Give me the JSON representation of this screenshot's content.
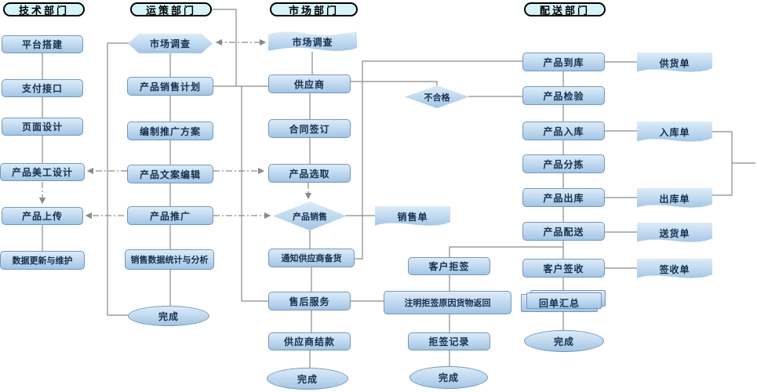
{
  "headers": {
    "tech": "技术部门",
    "ops": "运策部门",
    "market": "市场部门",
    "dist": "配送部门"
  },
  "tech": {
    "platform": "平台搭建",
    "payment": "支付接口",
    "page_design": "页面设计",
    "art_design": "产品美工设计",
    "upload": "产品上传",
    "maintenance": "数据更新与维护"
  },
  "ops": {
    "survey": "市场调查",
    "sales_plan": "产品销售计划",
    "promo_plan": "编制推广方案",
    "copy_edit": "产品文案编辑",
    "promotion": "产品推广",
    "stats": "销售数据统计与分析",
    "done": "完成"
  },
  "market": {
    "survey": "市场调查",
    "supplier": "供应商",
    "contract": "合同签订",
    "selection": "产品选取",
    "sales": "产品销售",
    "sales_order": "销售单",
    "unqualified": "不合格",
    "notify": "通知供应商备货",
    "after_sales": "售后服务",
    "settlement": "供应商结款",
    "done": "完成"
  },
  "reject": {
    "refuse": "客户拒签",
    "return_goods": "注明拒签原因货物返回",
    "record": "拒签记录",
    "done": "完成"
  },
  "dist": {
    "arrive": "产品到库",
    "inspect": "产品检验",
    "stock_in": "产品入库",
    "sorting": "产品分拣",
    "stock_out": "产品出库",
    "deliver": "产品配送",
    "sign": "客户签收",
    "receipt_sum": "回单汇总",
    "done": "完成"
  },
  "docs": {
    "supply": "供货单",
    "stock_in": "入库单",
    "stock_out": "出库单",
    "delivery": "送货单",
    "receipt": "签收单"
  },
  "colors": {
    "node_fill": "#bcd6ee",
    "node_border": "#7696bd",
    "header_fill": "#d6f4f8",
    "header_border": "#000000",
    "line": "#8a8a8a",
    "text": "#15304e"
  }
}
